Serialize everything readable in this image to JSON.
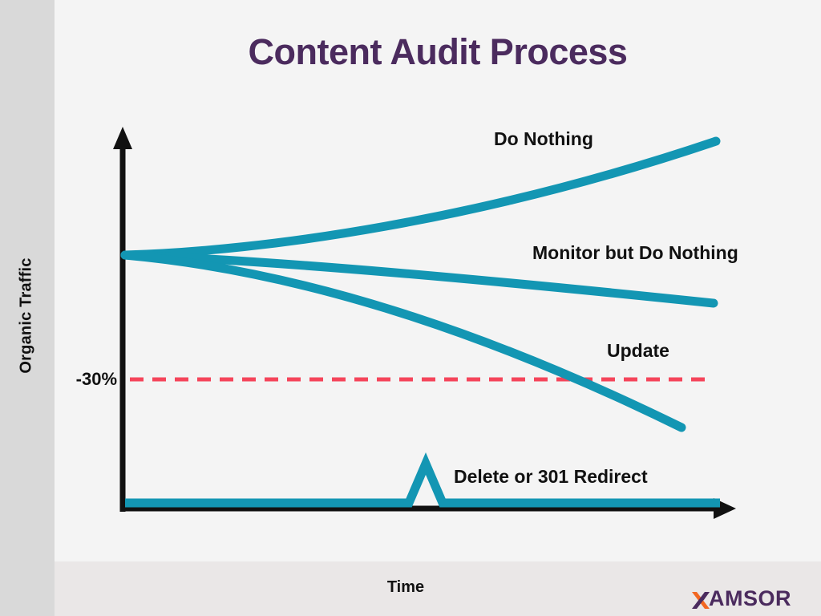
{
  "chart_data": {
    "type": "line",
    "title": "Content Audit Process",
    "xlabel": "Time",
    "ylabel": "Organic Traffic",
    "grid": false,
    "legend_position": "inline-annotations",
    "annotations": [
      {
        "text": "-30%",
        "type": "threshold-tick",
        "axis": "y",
        "value": -30
      }
    ],
    "threshold": {
      "label": "-30%",
      "value": -30,
      "style": "dashed",
      "color": "#F5445A"
    },
    "x": [
      0,
      0.2,
      0.4,
      0.6,
      0.8,
      1.0
    ],
    "series": [
      {
        "name": "Do Nothing",
        "color": "#1396B3",
        "values": [
          0,
          8,
          20,
          34,
          50,
          68
        ],
        "label": "Do Nothing"
      },
      {
        "name": "Monitor but Do Nothing",
        "color": "#1396B3",
        "values": [
          0,
          -2,
          -6,
          -11,
          -15,
          -18
        ],
        "label": "Monitor but Do Nothing"
      },
      {
        "name": "Update",
        "color": "#1396B3",
        "values": [
          0,
          -5,
          -14,
          -25,
          -38,
          -52
        ],
        "label": "Update"
      },
      {
        "name": "Delete or 301 Redirect",
        "color": "#1396B3",
        "values": [
          -100,
          -100,
          -100,
          -60,
          -100,
          -100
        ],
        "label": "Delete or 301 Redirect",
        "note": "flat at zero with a single short spike"
      }
    ]
  },
  "slide": {
    "title": "Content Audit Process",
    "title_color": "#4B2B5E",
    "background_color": "#F4F4F4",
    "sidebar_color": "#D9D9D9",
    "footer_color": "#EAE7E7"
  },
  "axes": {
    "y_title": "Organic Traffic",
    "x_title": "Time",
    "axis_color": "#111111",
    "threshold_tick": "-30%"
  },
  "labels": {
    "do_nothing": "Do Nothing",
    "monitor": "Monitor but Do Nothing",
    "update": "Update",
    "delete": "Delete or 301 Redirect"
  },
  "logo": {
    "mark": "X",
    "text": "AMSOR",
    "full": "XAMSOR",
    "accent_color": "#F26722",
    "text_color": "#4B2B5E"
  }
}
